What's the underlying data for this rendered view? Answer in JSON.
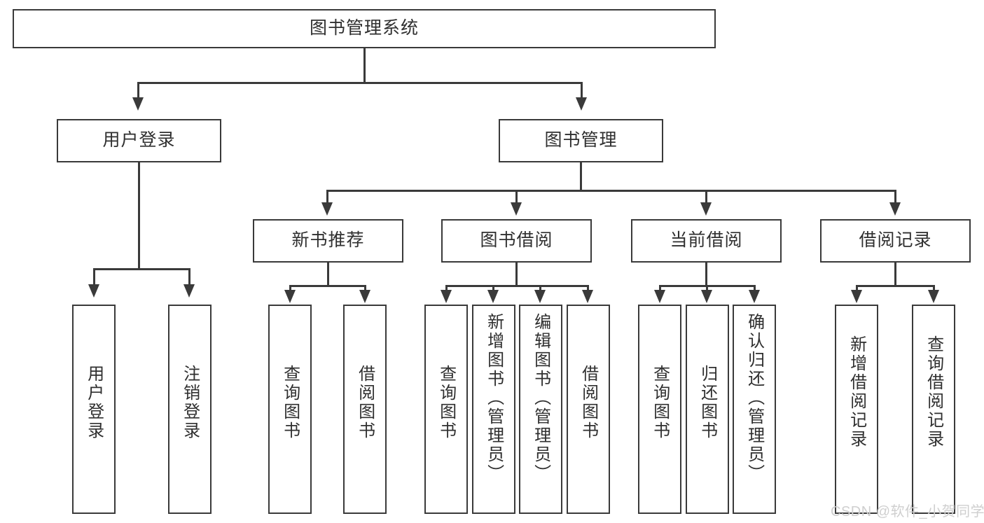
{
  "diagram": {
    "title": "图书管理系统",
    "type": "hierarchy-tree",
    "watermark": "CSDN @软件_小贺同学",
    "colors": {
      "stroke": "#3a3a3a",
      "box_fill": "#ffffff",
      "text": "#2f2f2f",
      "background": "#ffffff",
      "watermark": "#cfcfcf"
    }
  },
  "nodes": {
    "root": {
      "label": "图书管理系统"
    },
    "level2": [
      {
        "label": "用户登录"
      },
      {
        "label": "图书管理"
      }
    ],
    "level3": [
      {
        "label": "新书推荐"
      },
      {
        "label": "图书借阅"
      },
      {
        "label": "当前借阅"
      },
      {
        "label": "借阅记录"
      }
    ],
    "leaves": {
      "user_login": [
        {
          "label": "用户登录"
        },
        {
          "label": "注销登录"
        }
      ],
      "new_book_recommend": [
        {
          "label": "查询图书"
        },
        {
          "label": "借阅图书"
        }
      ],
      "book_borrow": [
        {
          "label": "查询图书"
        },
        {
          "label": "新增图书（管理员）"
        },
        {
          "label": "编辑图书（管理员）"
        },
        {
          "label": "借阅图书"
        }
      ],
      "current_borrow": [
        {
          "label": "查询图书"
        },
        {
          "label": "归还图书"
        },
        {
          "label": "确认归还（管理员）"
        }
      ],
      "borrow_record": [
        {
          "label": "新增借阅记录"
        },
        {
          "label": "查询借阅记录"
        }
      ]
    }
  }
}
